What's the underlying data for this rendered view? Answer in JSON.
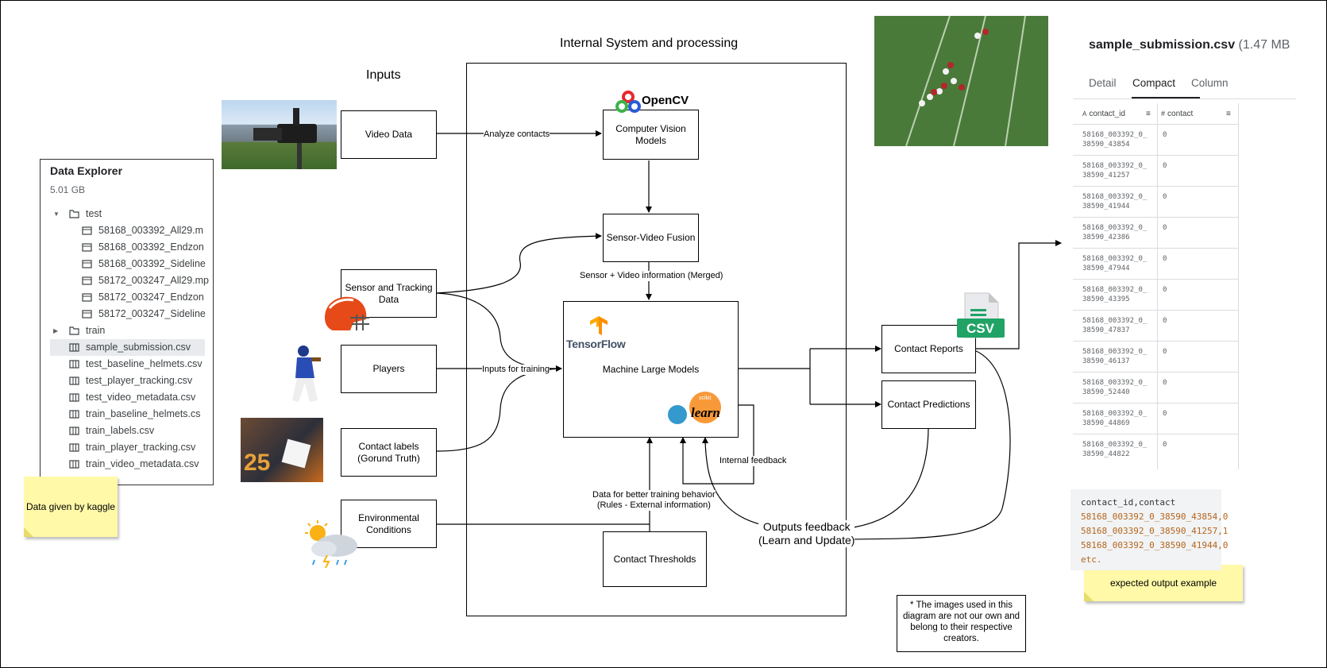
{
  "headers": {
    "inputs": "Inputs",
    "internal": "Internal System and processing"
  },
  "inputs": {
    "video_data": "Video Data",
    "sensor_tracking": "Sensor and Tracking\nData",
    "players": "Players",
    "contact_labels": "Contact labels\n(Gorund Truth)",
    "environmental": "Environmental\nConditions"
  },
  "internal": {
    "cv_models": "Computer Vision\nModels",
    "fusion": "Sensor-Video Fusion",
    "machine_models": "Machine Large Models",
    "thresholds": "Contact Thresholds"
  },
  "outputs": {
    "contact_reports": "Contact Reports",
    "contact_predictions": "Contact Predictions",
    "outputs_feedback": "Outputs feedback\n(Learn and Update)"
  },
  "edge_labels": {
    "analyze": "Analyze contacts",
    "merged": "Sensor + Video information (Merged)",
    "training": "Inputs for training",
    "internal_feedback": "Internal feedback",
    "better_training": "Data for better training behavior\n(Rules - External information)"
  },
  "logos": {
    "opencv": "OpenCV",
    "tensorflow": "TensorFlow",
    "sklearn_main": "learn",
    "sklearn_small": "scikit",
    "csv": "CSV"
  },
  "explorer": {
    "title": "Data Explorer",
    "size": "5.01 GB",
    "folder_test": "test",
    "test_files": [
      "58168_003392_All29.m",
      "58168_003392_Endzon",
      "58168_003392_Sideline",
      "58172_003247_All29.mp",
      "58172_003247_Endzon",
      "58172_003247_Sideline"
    ],
    "folder_train": "train",
    "files": [
      "sample_submission.csv",
      "test_baseline_helmets.csv",
      "test_player_tracking.csv",
      "test_video_metadata.csv",
      "train_baseline_helmets.cs",
      "train_labels.csv",
      "train_player_tracking.csv",
      "train_video_metadata.csv"
    ]
  },
  "notes": {
    "kaggle": "Data given by kaggle",
    "expected": "expected output example",
    "disclaimer": "* The images used in this diagram are not our own and belong to their respective creators."
  },
  "file_panel": {
    "file_name": "sample_submission.csv",
    "file_size": "(1.47 MB",
    "tabs": [
      "Detail",
      "Compact",
      "Column"
    ],
    "active_tab": "Compact",
    "col_id_type": "A",
    "col_contact_type": "#",
    "columns": [
      "contact_id",
      "contact"
    ],
    "rows": [
      {
        "id": "58168_003392_0_\n38590_43854",
        "contact": "0"
      },
      {
        "id": "58168_003392_0_\n38590_41257",
        "contact": "0"
      },
      {
        "id": "58168_003392_0_\n38590_41944",
        "contact": "0"
      },
      {
        "id": "58168_003392_0_\n38590_42386",
        "contact": "0"
      },
      {
        "id": "58168_003392_0_\n38590_47944",
        "contact": "0"
      },
      {
        "id": "58168_003392_0_\n38590_43395",
        "contact": "0"
      },
      {
        "id": "58168_003392_0_\n38590_47837",
        "contact": "0"
      },
      {
        "id": "58168_003392_0_\n38590_46137",
        "contact": "0"
      },
      {
        "id": "58168_003392_0_\n38590_52440",
        "contact": "0"
      },
      {
        "id": "58168_003392_0_\n38590_44869",
        "contact": "0"
      },
      {
        "id": "58168_003392_0_\n38590_44822",
        "contact": "0"
      }
    ]
  },
  "code_example": {
    "header": "contact_id,contact",
    "lines": [
      "58168_003392_0_38590_43854,0",
      "58168_003392_0_38590_41257,1",
      "58168_003392_0_38590_41944,0",
      "etc."
    ]
  },
  "colors": {
    "sticky": "#fff9a8",
    "tensorflow_orange": "#ff8f00",
    "csv_green": "#21a366",
    "code_value": "#b5651d",
    "field_green": "#4a7a3a"
  }
}
